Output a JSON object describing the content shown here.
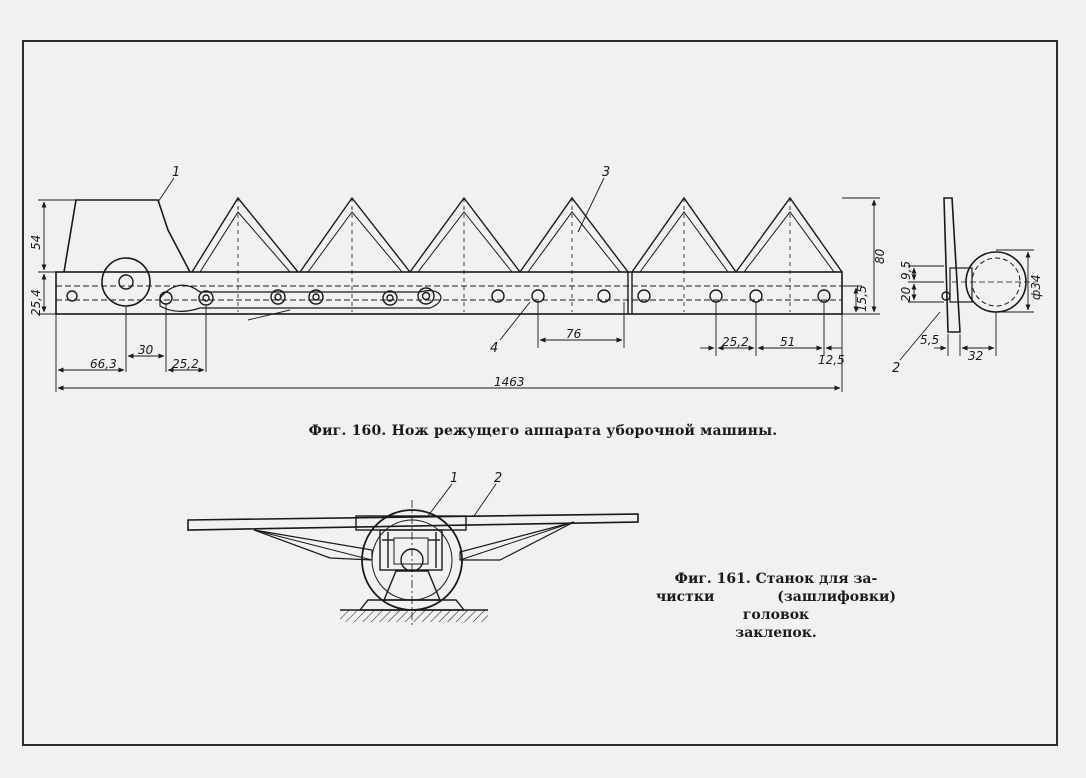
{
  "fig160": {
    "caption": "Фиг. 160. Нож режущего аппарата уборочной машины.",
    "part_labels": {
      "p1": "1",
      "p2": "2",
      "p3": "3",
      "p4": "4"
    },
    "dimensions": {
      "d54": "54",
      "d25_4": "25,4",
      "d66_3": "66,3",
      "d30": "30",
      "d25_2a": "25,2",
      "d76": "76",
      "d25_2b": "25,2",
      "d51": "51",
      "d12_5": "12,5",
      "d1463": "1463",
      "d80": "80",
      "d15_5": "15,5",
      "d9_5": "9,5",
      "d20": "20",
      "d5_5": "5,5",
      "d32": "32",
      "dphi34": "ф34"
    }
  },
  "fig161": {
    "caption_lines": [
      "Фиг. 161. Станок для за-",
      "чистки (зашлифовки) головок",
      "заклепок."
    ],
    "part_labels": {
      "p1": "1",
      "p2": "2"
    }
  }
}
